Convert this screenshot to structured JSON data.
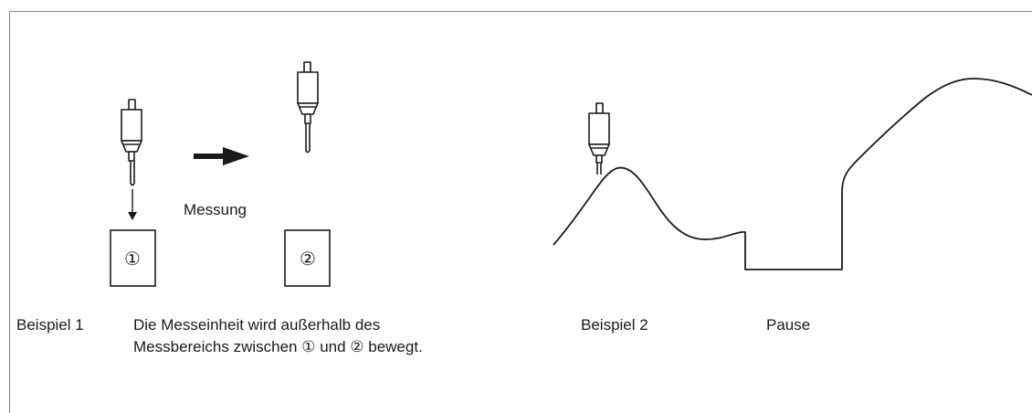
{
  "example1": {
    "label": "Beispiel 1",
    "description_line1": "Die Messeinheit wird außerhalb des",
    "description_line2": "Messbereichs zwischen ① und ② bewegt.",
    "arrow_label": "Messung",
    "position1_label": "①",
    "position2_label": "②"
  },
  "example2": {
    "label": "Beispiel 2",
    "pause_label": "Pause"
  },
  "colors": {
    "line": "#1a1a1a",
    "frame": "#8a8a8a"
  }
}
